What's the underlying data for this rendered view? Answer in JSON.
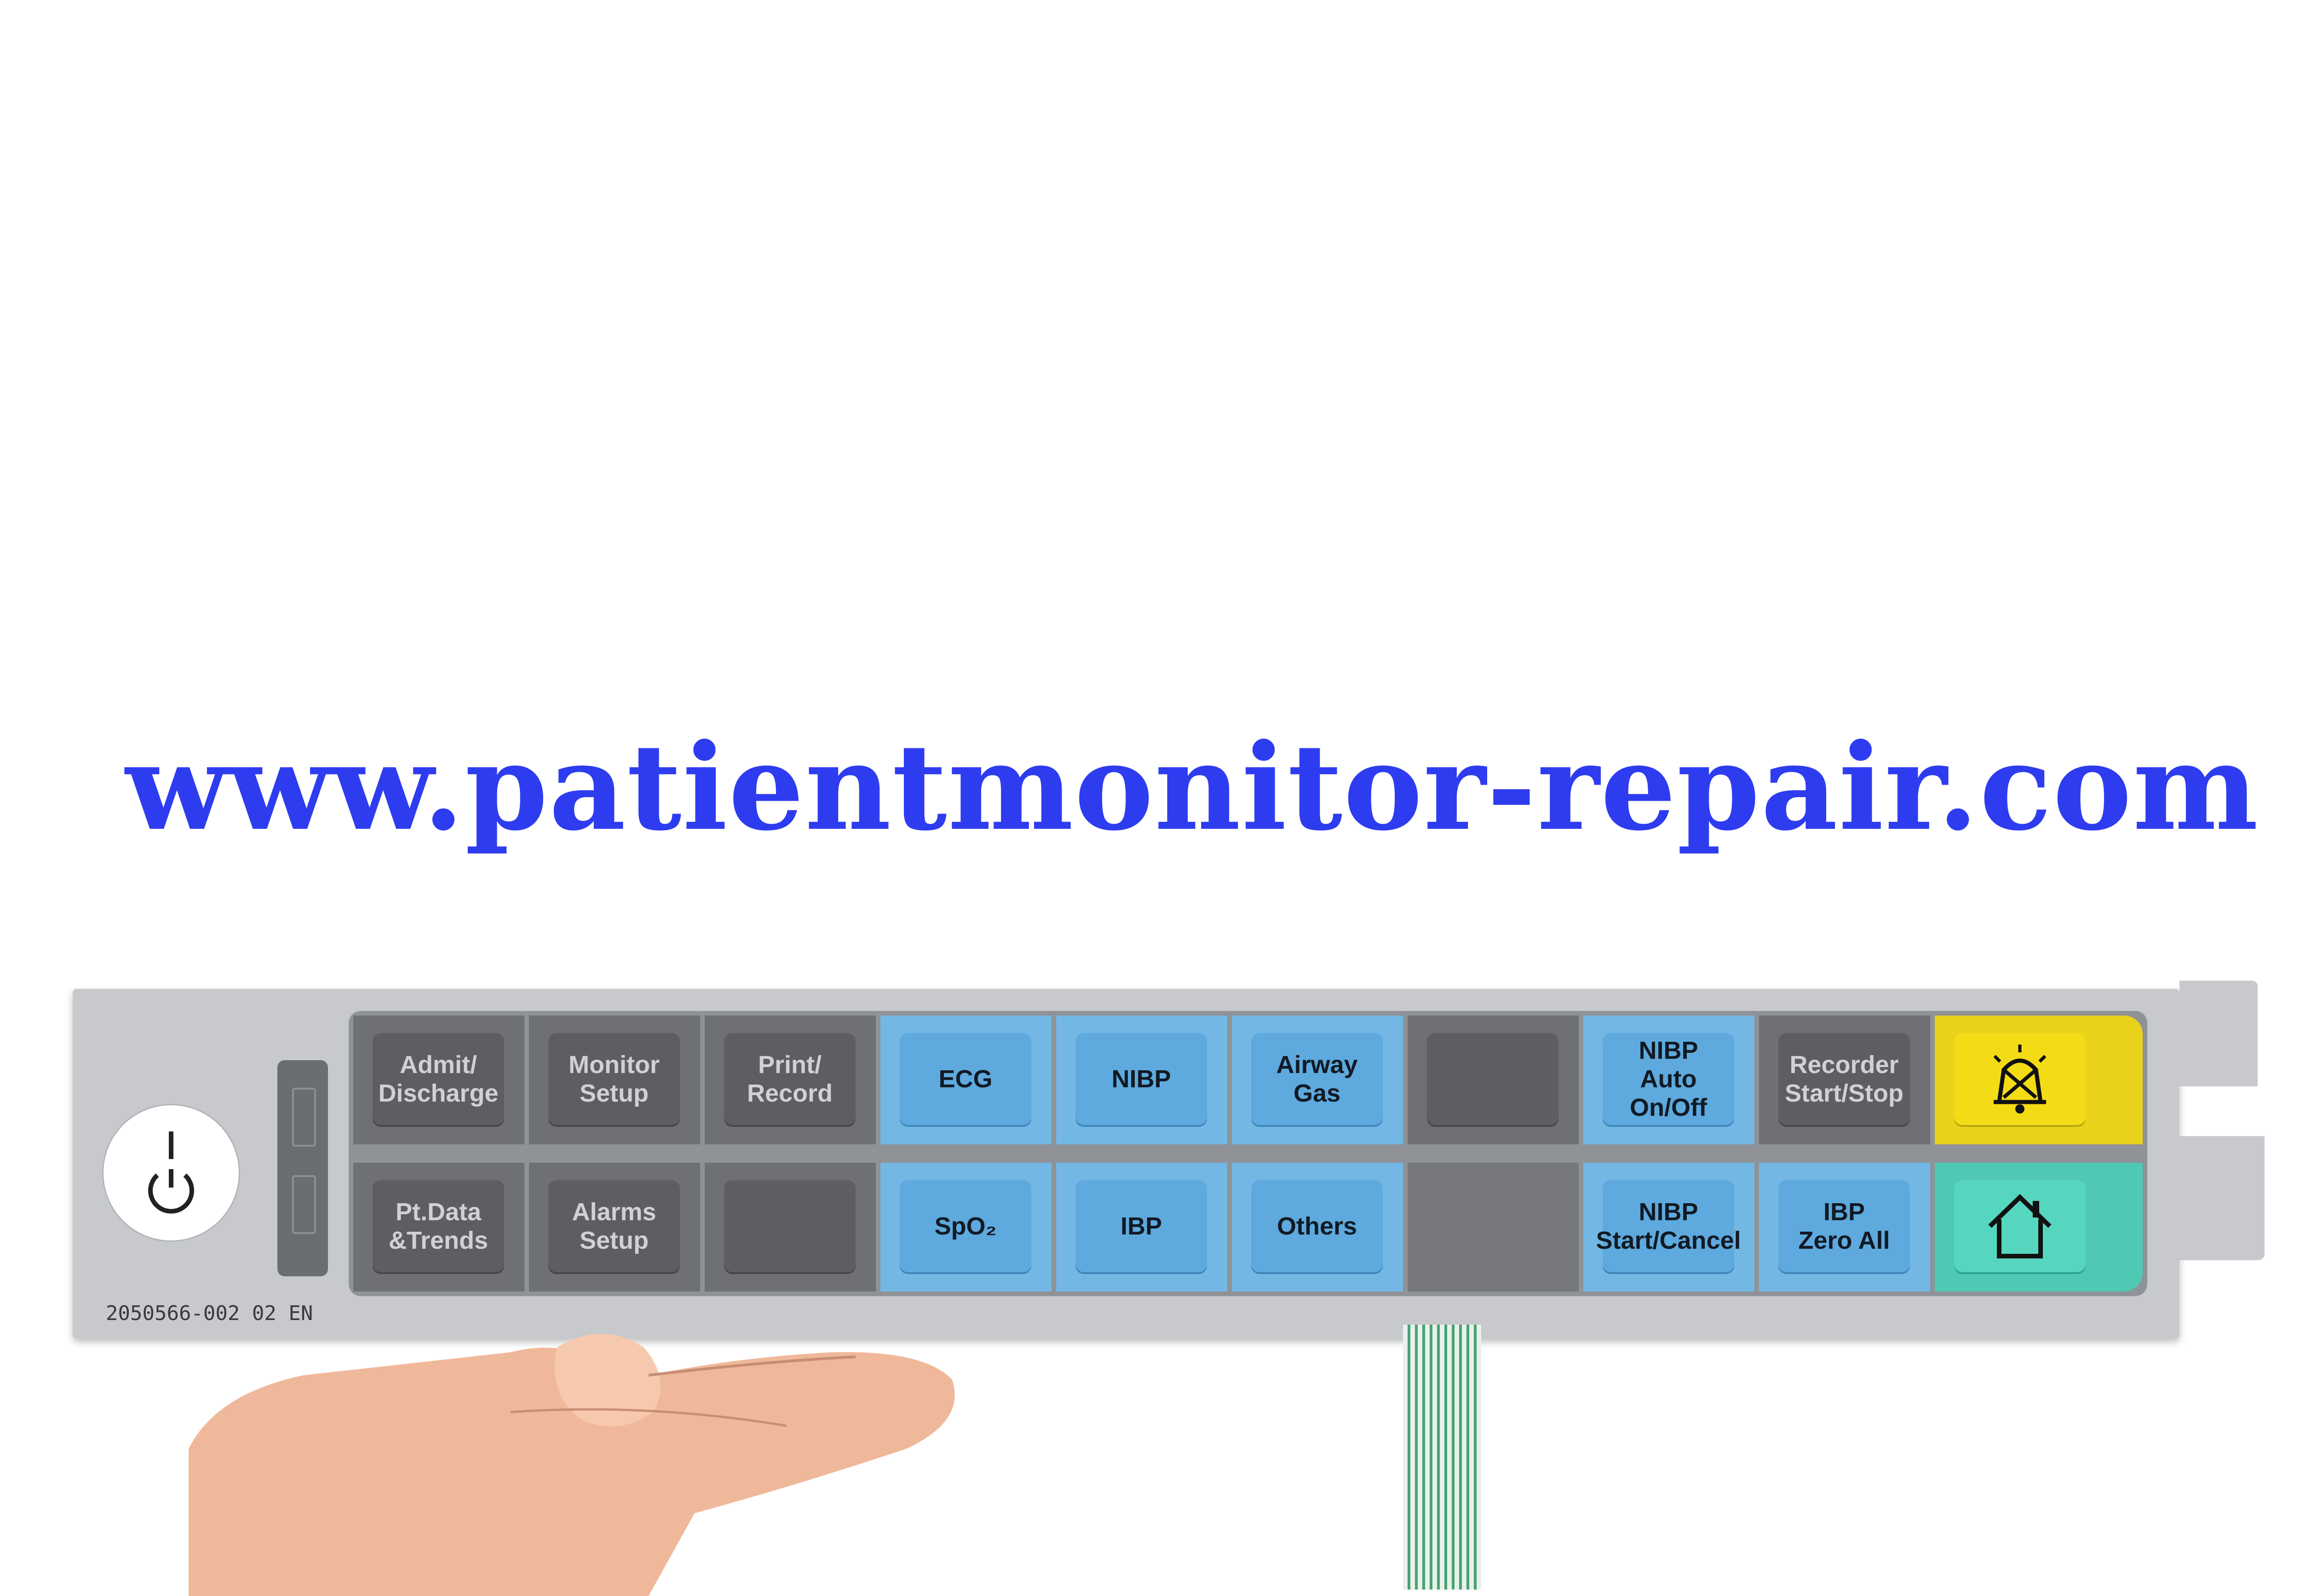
{
  "watermark": "www.patientmonitor-repair.com",
  "part_number": "2050566-002  02 EN",
  "colors": {
    "watermark": "#2e3cf0",
    "panel": "#c7c9cc",
    "key_grey": "#5c5e62",
    "key_blue": "#5ea9dd",
    "alarm_yellow": "#e9d21c",
    "home_teal": "#4fc8b4"
  },
  "icons": {
    "power": "power-icon",
    "battery": "battery-indicator-icon",
    "alarm": "alarm-silence-icon",
    "home": "home-icon"
  },
  "row1": [
    {
      "label": "Admit/\nDischarge",
      "color": "grey"
    },
    {
      "label": "Monitor\nSetup",
      "color": "grey"
    },
    {
      "label": "Print/\nRecord",
      "color": "grey"
    },
    {
      "label": "ECG",
      "color": "blue"
    },
    {
      "label": "NIBP",
      "color": "blue"
    },
    {
      "label": "Airway\nGas",
      "color": "blue"
    },
    {
      "label": "",
      "color": "grey"
    },
    {
      "label": "NIBP\nAuto On/Off",
      "color": "blue"
    },
    {
      "label": "Recorder\nStart/Stop",
      "color": "grey"
    }
  ],
  "row2": [
    {
      "label": "Pt.Data\n&Trends",
      "color": "grey"
    },
    {
      "label": "Alarms\nSetup",
      "color": "grey"
    },
    {
      "label": "",
      "color": "grey"
    },
    {
      "label": "SpO₂",
      "color": "blue"
    },
    {
      "label": "IBP",
      "color": "blue"
    },
    {
      "label": "Others",
      "color": "blue"
    },
    {
      "label": "",
      "color": "grey"
    },
    {
      "label": "NIBP\nStart/Cancel",
      "color": "blue"
    },
    {
      "label": "IBP\nZero All",
      "color": "blue"
    }
  ]
}
